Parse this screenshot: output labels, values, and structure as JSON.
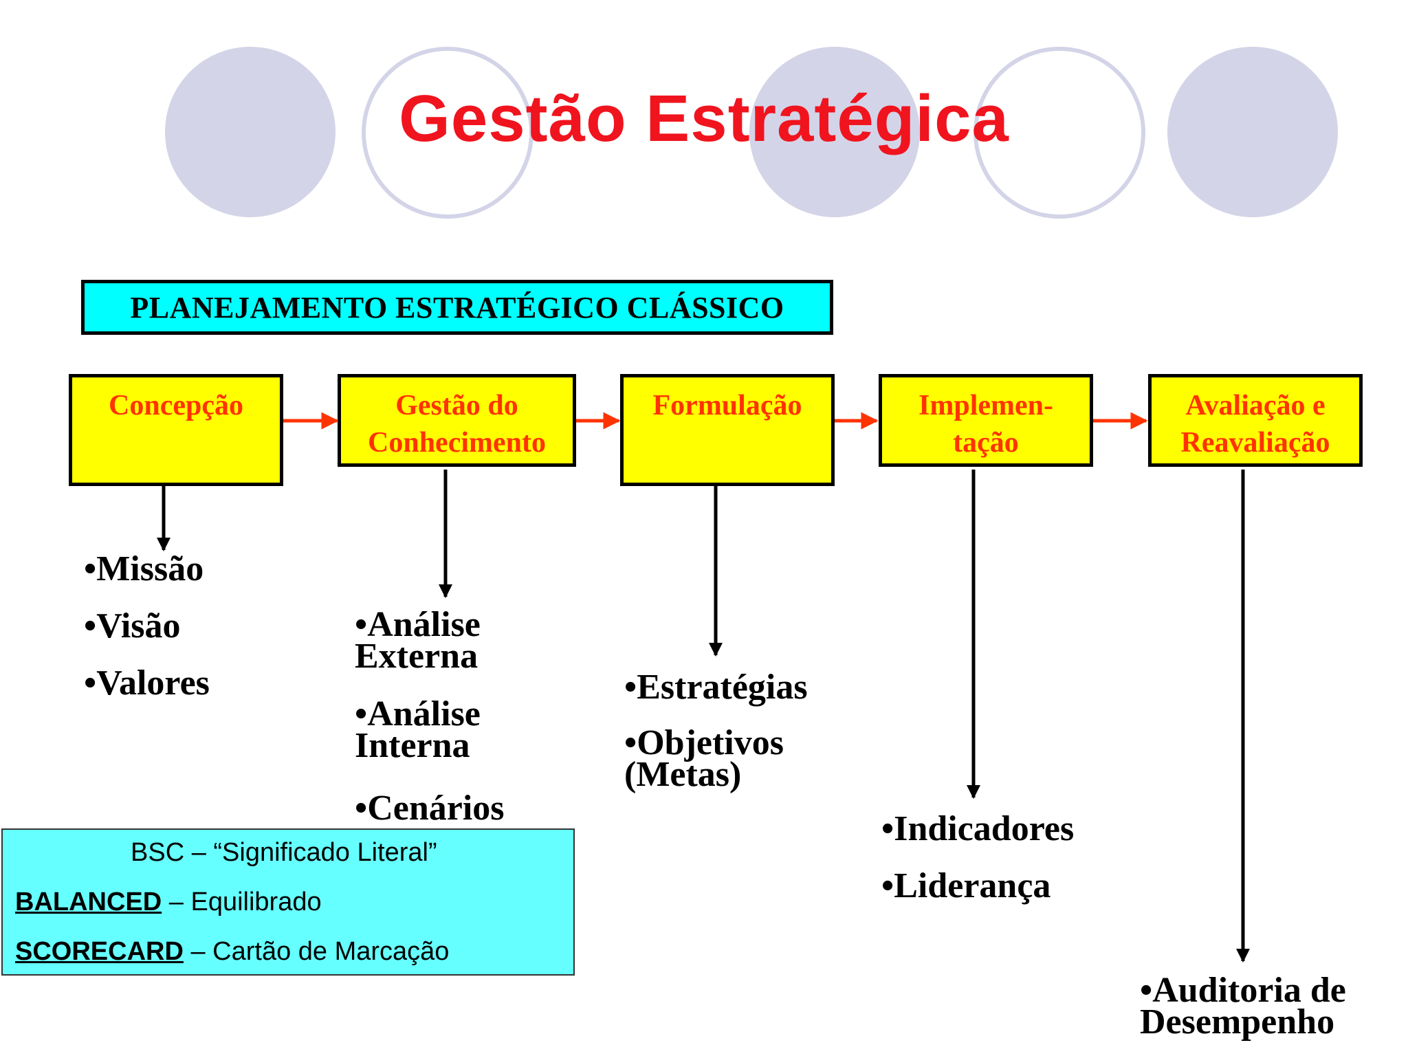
{
  "title": "Gestão Estratégica",
  "header": "PLANEJAMENTO ESTRATÉGICO CLÁSSICO",
  "stages": [
    {
      "label": "Concepção",
      "items": [
        "•Missão",
        "•Visão",
        "•Valores"
      ]
    },
    {
      "label": "Gestão do Conhecimento",
      "items": [
        "•Análise Externa",
        "•Análise Interna",
        "•Cenários"
      ]
    },
    {
      "label": "Formulação",
      "items": [
        "•Estratégias",
        "•Objetivos (Metas)"
      ]
    },
    {
      "label": "Implemen- tação",
      "items": [
        "•Indicadores",
        "•Liderança"
      ]
    },
    {
      "label": "Avaliação e Reavaliação",
      "items": [
        "•Auditoria de Desempenho"
      ]
    }
  ],
  "bsc": {
    "heading": "BSC – “Significado Literal”",
    "balanced_term": "BALANCED",
    "balanced_meaning": " – Equilibrado",
    "scorecard_term": "SCORECARD",
    "scorecard_meaning": " – Cartão de Marcação"
  },
  "colors": {
    "title": "#f0141e",
    "header_fill": "#00ffff",
    "stage_fill": "#ffff00",
    "stage_text": "#ff3300",
    "flow_arrow": "#ff3300",
    "bsc_fill": "#66ffff",
    "decor_circle": "#d4d4e8"
  }
}
